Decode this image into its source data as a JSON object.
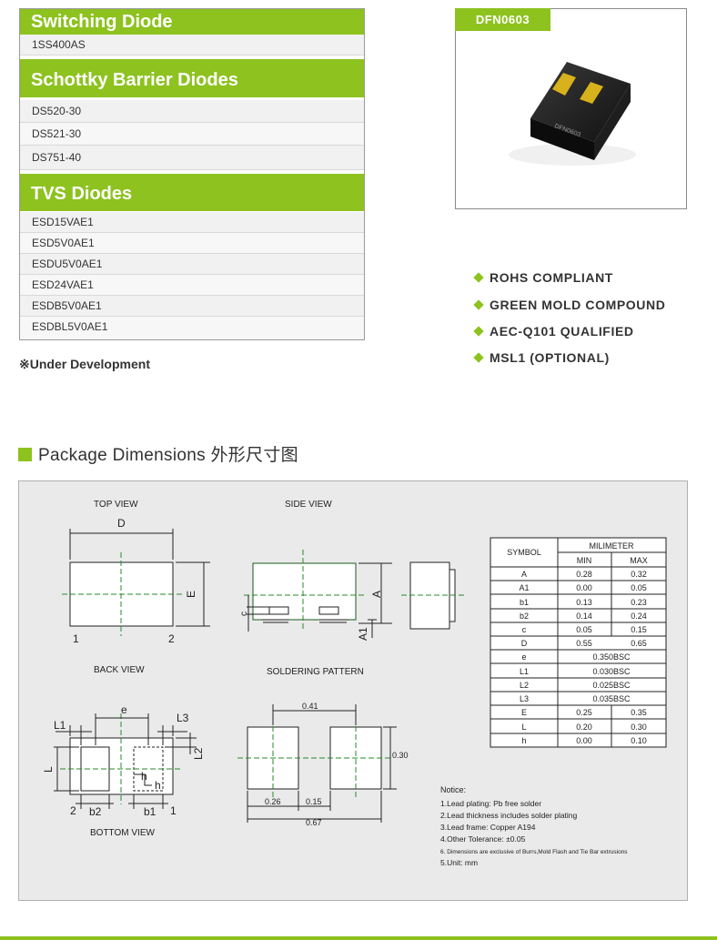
{
  "groups": {
    "switching": {
      "title": "Switching Diode",
      "items": [
        "1SS400AS"
      ]
    },
    "schottky": {
      "title": "Schottky Barrier Diodes",
      "items": [
        "DS520-30",
        "DS521-30",
        "DS751-40"
      ]
    },
    "tvs": {
      "title": "TVS Diodes",
      "items": [
        "ESD15VAE1",
        "ESD5V0AE1",
        "ESDU5V0AE1",
        "ESD24VAE1",
        "ESDB5V0AE1",
        "ESDBL5V0AE1"
      ]
    }
  },
  "under_development": "※Under Development",
  "package_label": "DFN0603",
  "chip_marking": "DFN0603",
  "features": [
    "ROHS COMPLIANT",
    "GREEN MOLD COMPOUND",
    "AEC-Q101 QUALIFIED",
    "MSL1 (OPTIONAL)"
  ],
  "section_title": "Package Dimensions 外形尺寸图",
  "views": {
    "top": "TOP VIEW",
    "side": "SIDE VIEW",
    "back": "BACK VIEW",
    "soldering": "SOLDERING PATTERN",
    "bottom": "BOTTOM VIEW"
  },
  "dim_labels": {
    "D": "D",
    "E": "E",
    "A": "A",
    "A1": "A1",
    "c": "c",
    "e": "e",
    "L1": "L1",
    "L3": "L3",
    "L2": "L2",
    "L": "L",
    "h": "h",
    "b1": "b1",
    "b2": "b2",
    "pin1": "1",
    "pin2": "2"
  },
  "solder_dims": {
    "w_total": "0.41",
    "h": "0.30",
    "pad": "0.26",
    "gap": "0.15",
    "total": "0.67"
  },
  "table": {
    "symbol_header": "SYMBOL",
    "unit_header": "MILIMETER",
    "min_header": "MIN",
    "max_header": "MAX",
    "rows": [
      [
        "A",
        "0.28",
        "0.32"
      ],
      [
        "A1",
        "0.00",
        "0.05"
      ],
      [
        "b1",
        "0.13",
        "0.23"
      ],
      [
        "b2",
        "0.14",
        "0.24"
      ],
      [
        "c",
        "0.05",
        "0.15"
      ],
      [
        "D",
        "0.55",
        "0.65"
      ],
      [
        "e",
        "0.350BSC",
        ""
      ],
      [
        "L1",
        "0.030BSC",
        ""
      ],
      [
        "L2",
        "0.025BSC",
        ""
      ],
      [
        "L3",
        "0.035BSC",
        ""
      ],
      [
        "E",
        "0.25",
        "0.35"
      ],
      [
        "L",
        "0.20",
        "0.30"
      ],
      [
        "h",
        "0.00",
        "0.10"
      ]
    ]
  },
  "notice": {
    "title": "Notice:",
    "lines": [
      "1.Lead plating: Pb free solder",
      "2.Lead thickness includes solder plating",
      "3.Lead frame: Copper A194",
      "4.Other Tolerance: ±0.05",
      "6. Dimensions are exclusive of Burrs,Mold Flash and Tie Bar extrusions",
      "5.Unit: mm"
    ]
  }
}
